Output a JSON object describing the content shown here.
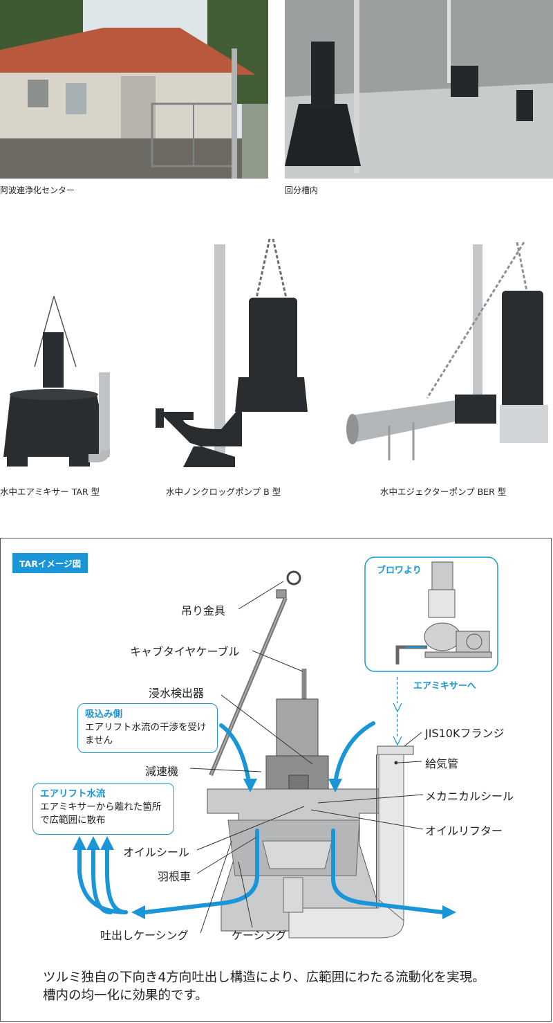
{
  "photos": {
    "center_caption": "阿波連浄化センター",
    "tank_caption": "回分槽内"
  },
  "products": [
    {
      "caption": "水中エアミキサー TAR 型"
    },
    {
      "caption": "水中ノンクロッグポンプ B 型"
    },
    {
      "caption": "水中エジェクターポンプ BER 型"
    }
  ],
  "diagram": {
    "tag": "TARイメージ図",
    "labels": {
      "lifting_fitting": "吊り金具",
      "cabtire_cable": "キャブタイヤケーブル",
      "water_detector": "浸水検出器",
      "reducer": "減速機",
      "oil_seal": "オイルシール",
      "impeller": "羽根車",
      "discharge_casing": "吐出しケーシング",
      "casing": "ケーシング",
      "jis_flange": "JIS10Kフランジ",
      "air_pipe": "給気管",
      "mechanical_seal": "メカニカルシール",
      "oil_lifter": "オイルリフター"
    },
    "blower": {
      "from": "ブロワより",
      "to": "エアミキサーへ"
    },
    "suction": {
      "title": "吸込み側",
      "text": "エアリフト水流の干渉を受けません"
    },
    "airlift": {
      "title": "エアリフト水流",
      "text": "エアミキサーから離れた箇所で広範囲に散布"
    }
  },
  "footer": {
    "line1": "ツルミ独自の下向き4方向吐出し構造により、広範囲にわたる流動化を実現。",
    "line2": "槽内の均一化に効果的です。"
  },
  "colors": {
    "accent": "#1a95d8",
    "pump": "#2a2d30",
    "machine_gray": "#9a9c9e"
  }
}
